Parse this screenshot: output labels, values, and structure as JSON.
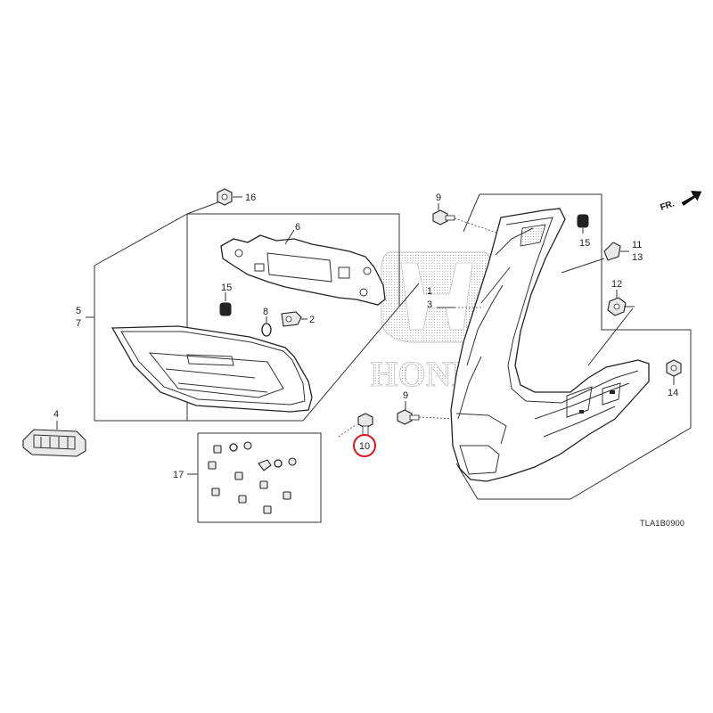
{
  "diagram": {
    "drawing_code": "TLA1B0900",
    "direction_label": "FR.",
    "brand_watermark": "HONDA",
    "highlight_color": "#e0141e",
    "callouts": {
      "c1": "1",
      "c3": "3",
      "c2": "2",
      "c4": "4",
      "c5": "5",
      "c7": "7",
      "c6": "6",
      "c8": "8",
      "c9a": "9",
      "c9b": "9",
      "c10": "10",
      "c11": "11",
      "c13": "13",
      "c12": "12",
      "c14": "14",
      "c15a": "15",
      "c15b": "15",
      "c16": "16",
      "c17": "17"
    }
  }
}
